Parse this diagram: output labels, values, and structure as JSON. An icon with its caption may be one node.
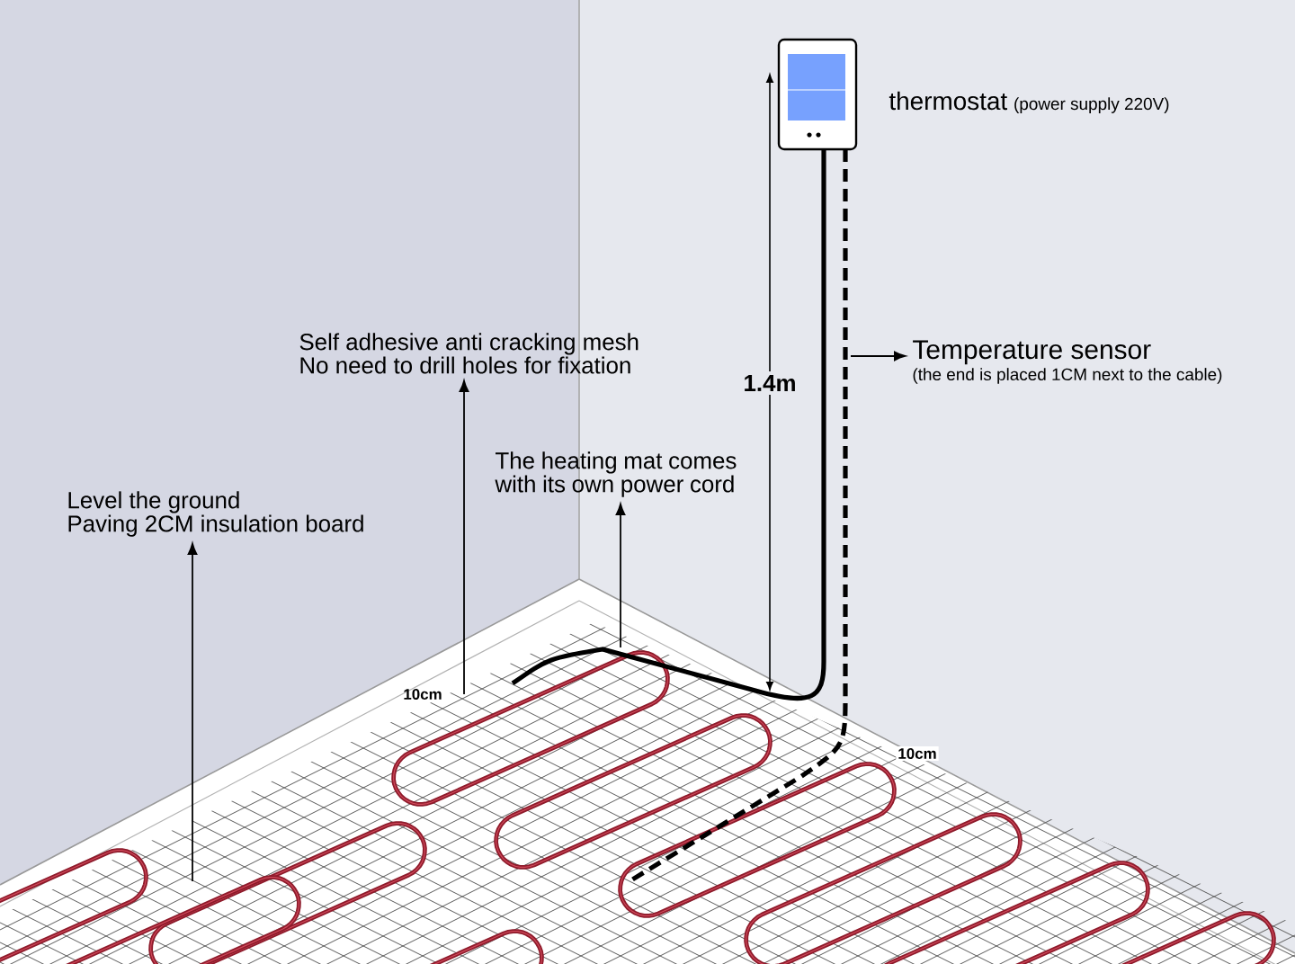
{
  "diagram": {
    "nodes": [
      {
        "text": [
          "Self adhesive anti cracking mesh",
          "No need to drill holes for fixation"
        ]
      },
      {
        "text": [
          "The heating mat comes with its own power cord"
        ]
      },
      {
        "text": [
          "Level the ground",
          "Paving 2CM insulation board"
        ]
      },
      {
        "text": [
          "Temperature sensor",
          "(the end is placed 1CM next to the cable)"
        ]
      }
    ],
    "edges": [
      {
        "from": null,
        "to": 0,
        "arrow": "to"
      },
      {
        "from": null,
        "to": 1,
        "arrow": "to"
      },
      {
        "from": null,
        "to": 2,
        "arrow": "to"
      },
      {
        "from": null,
        "to": 3,
        "arrow": "to"
      }
    ],
    "labels": [
      "thermostat",
      "(power supply 220V)",
      "1.4m",
      "10cm",
      "10cm"
    ]
  }
}
